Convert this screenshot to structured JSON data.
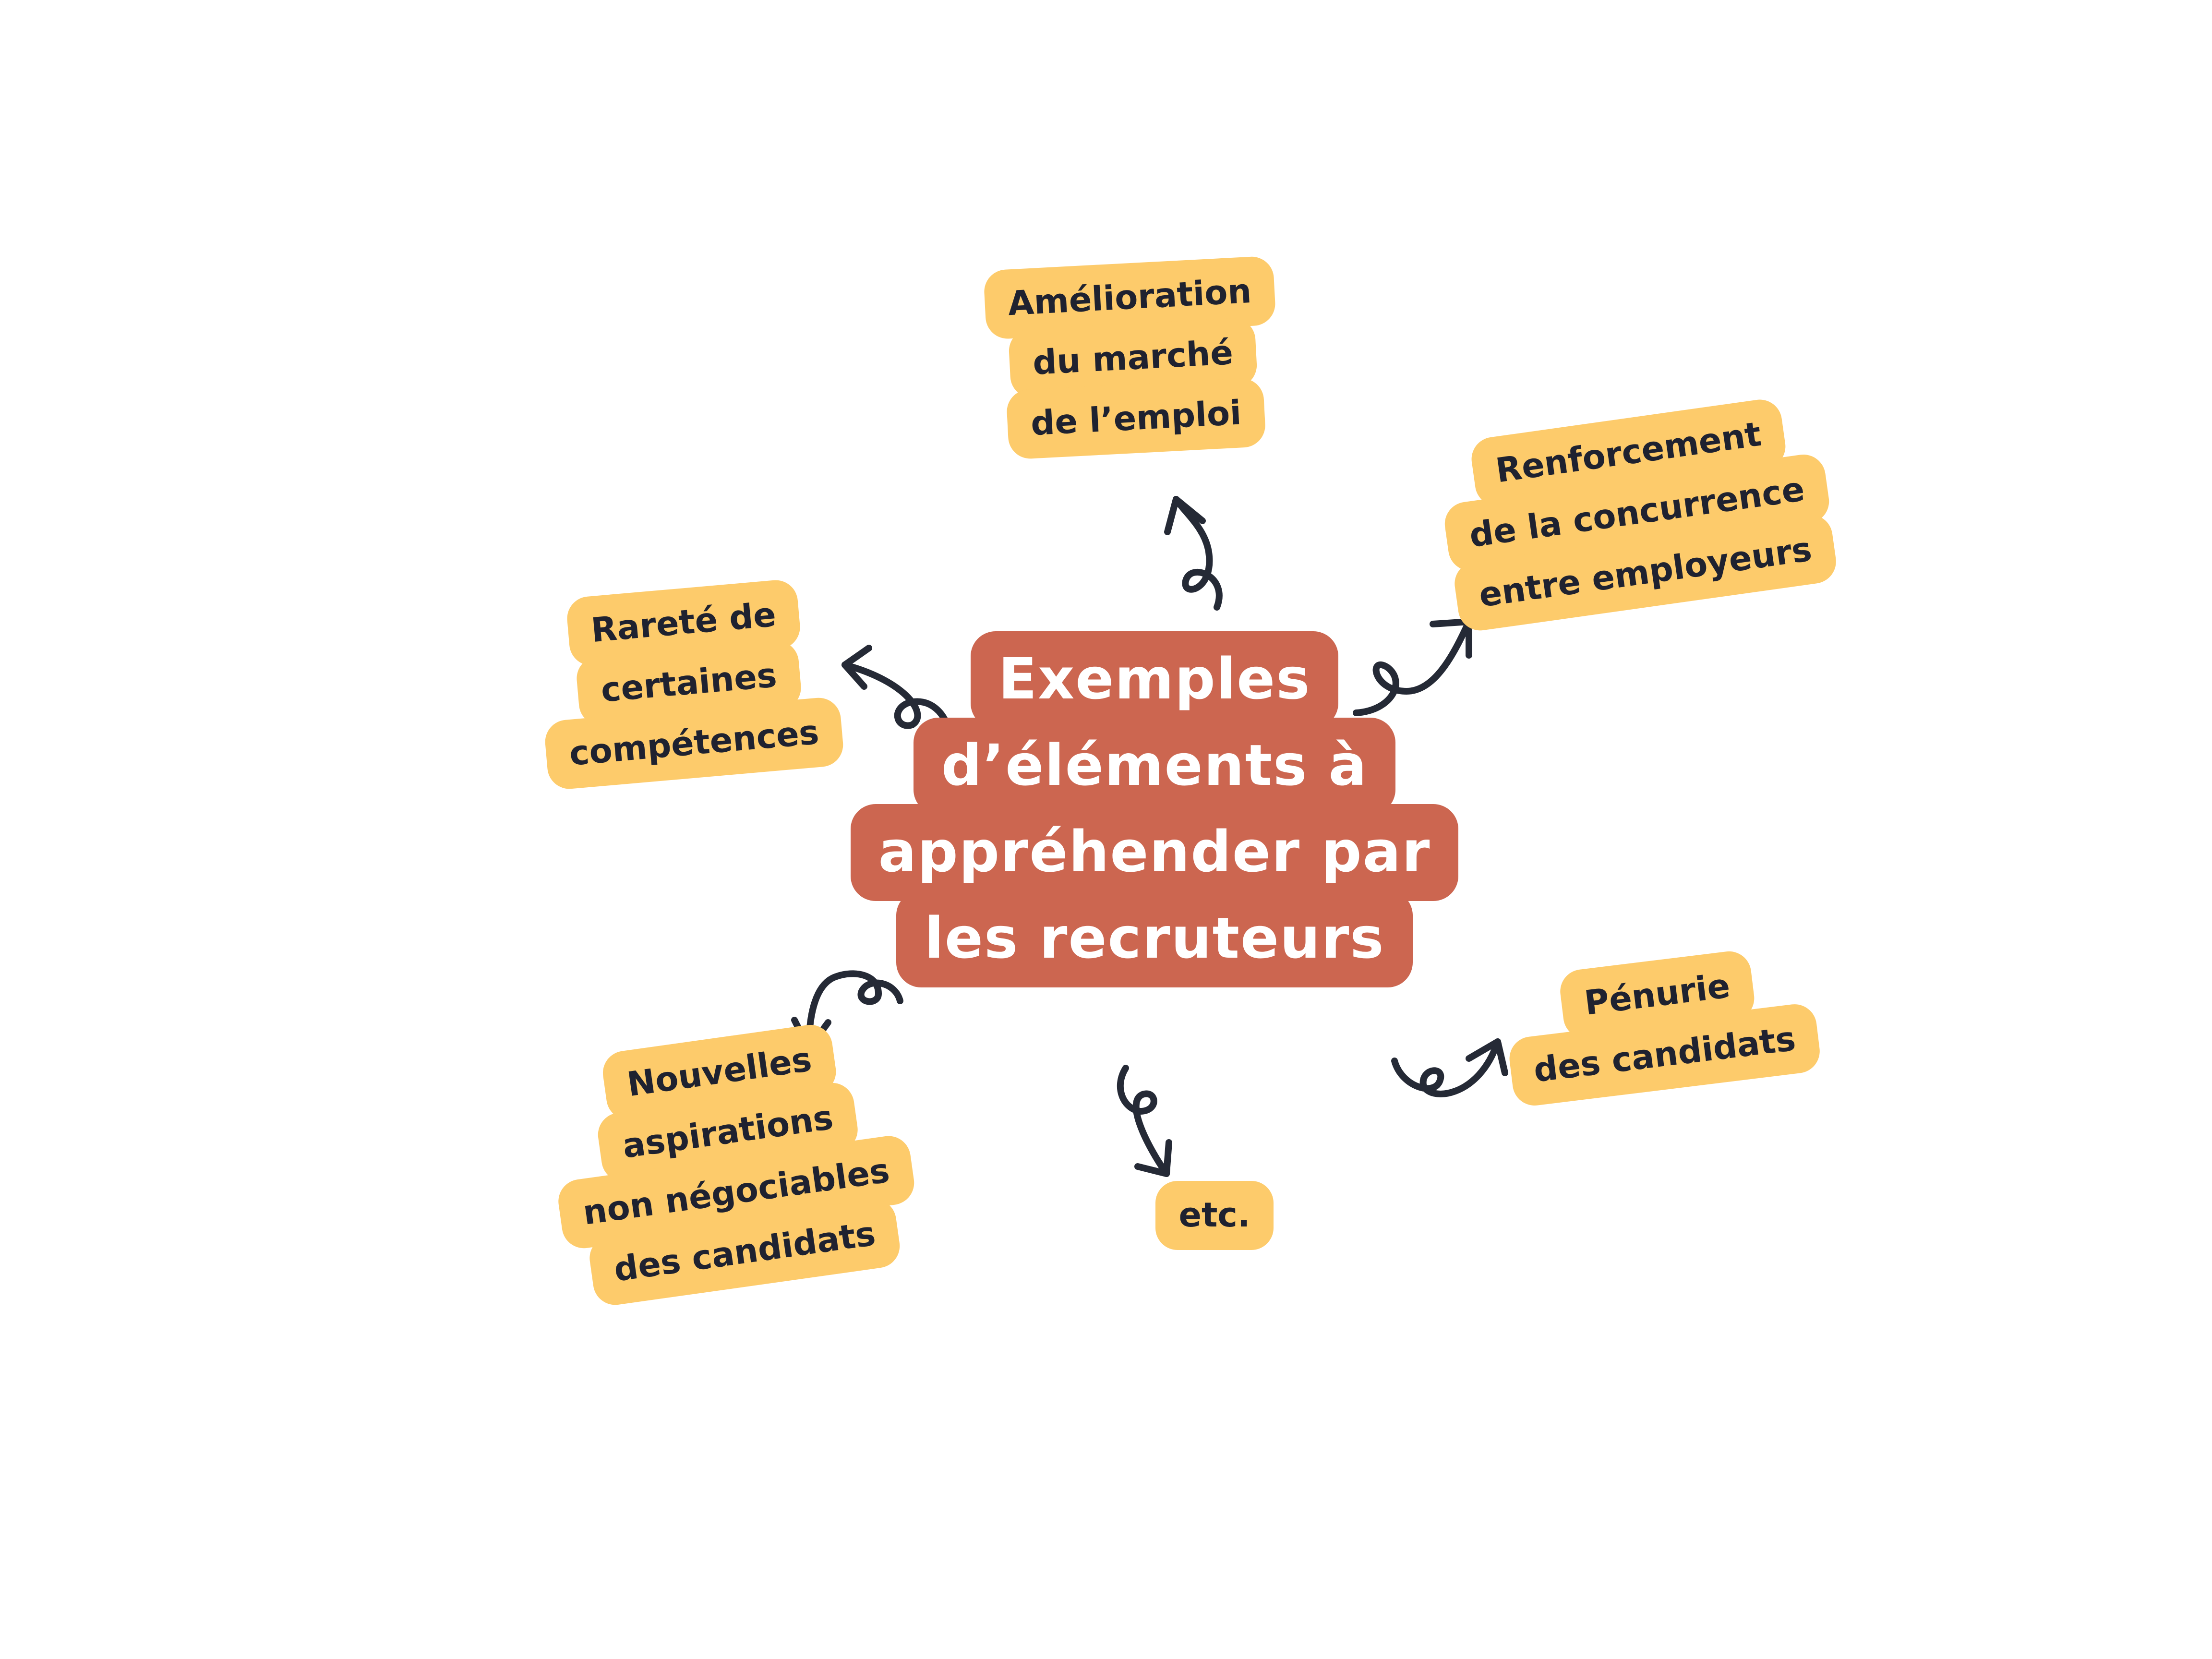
{
  "central": {
    "lines": [
      "Exemples",
      "d’éléments à",
      "appréhender par",
      "les recruteurs"
    ],
    "color": "#cc6650"
  },
  "nodes": [
    {
      "id": "amelioration",
      "lines": [
        "Amélioration",
        "du marché",
        "de l’emploi"
      ]
    },
    {
      "id": "renforcement",
      "lines": [
        "Renforcement",
        "de la concurrence",
        "entre  employeurs"
      ]
    },
    {
      "id": "rarete",
      "lines": [
        "Rareté de",
        "certaines",
        "compétences"
      ]
    },
    {
      "id": "penurie",
      "lines": [
        "Pénurie",
        "des candidats"
      ]
    },
    {
      "id": "aspirations",
      "lines": [
        "Nouvelles",
        "aspirations",
        "non négociables",
        "des candidats"
      ]
    },
    {
      "id": "etc",
      "lines": [
        "etc."
      ]
    }
  ],
  "colors": {
    "node_fill": "#fdcb6b",
    "node_text": "#1f2230",
    "central_text": "#ffffff",
    "connector": "#252a36",
    "background": "#ffffff"
  },
  "icons": {
    "connector": "curly-arrow-icon"
  }
}
